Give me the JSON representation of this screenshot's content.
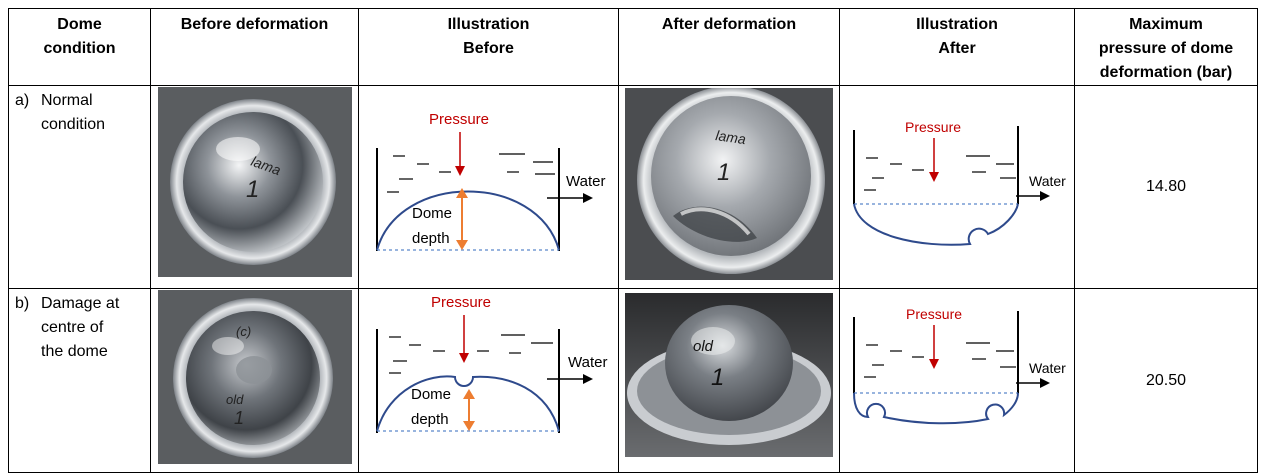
{
  "headers": [
    {
      "line1": "Dome",
      "line2": "condition"
    },
    {
      "line1": "Before deformation"
    },
    {
      "line1": "Illustration",
      "line2": "Before"
    },
    {
      "line1": "After deformation"
    },
    {
      "line1": "Illustration",
      "line2": "After"
    },
    {
      "line1": "Maximum",
      "line2": "pressure of dome",
      "line3": "deformation (bar)"
    }
  ],
  "rows": [
    {
      "label": "a)",
      "condition_lines": [
        "Normal",
        "condition"
      ],
      "before_photo_text": [
        "lama",
        "1"
      ],
      "after_photo_text": [
        "lama",
        "1"
      ],
      "before_illustration": {
        "pressure": "Pressure",
        "water": "Water",
        "depth_line1": "Dome",
        "depth_line2": "depth"
      },
      "after_illustration": {
        "pressure": "Pressure",
        "water": "Water"
      },
      "max_pressure": "14.80"
    },
    {
      "label": "b)",
      "condition_lines": [
        "Damage at",
        "centre of",
        "the dome"
      ],
      "before_photo_text": [
        "(c)",
        "old",
        "1"
      ],
      "after_photo_text": [
        "old",
        "1"
      ],
      "before_illustration": {
        "pressure": "Pressure",
        "water": "Water",
        "depth_line1": "Dome",
        "depth_line2": "depth"
      },
      "after_illustration": {
        "pressure": "Pressure",
        "water": "Water"
      },
      "max_pressure": "20.50"
    }
  ],
  "colors": {
    "pressure": "#c00000",
    "dome_line": "#2e4a8c",
    "depth_arrow": "#ed7d31",
    "water_level": "#5b86c9"
  }
}
